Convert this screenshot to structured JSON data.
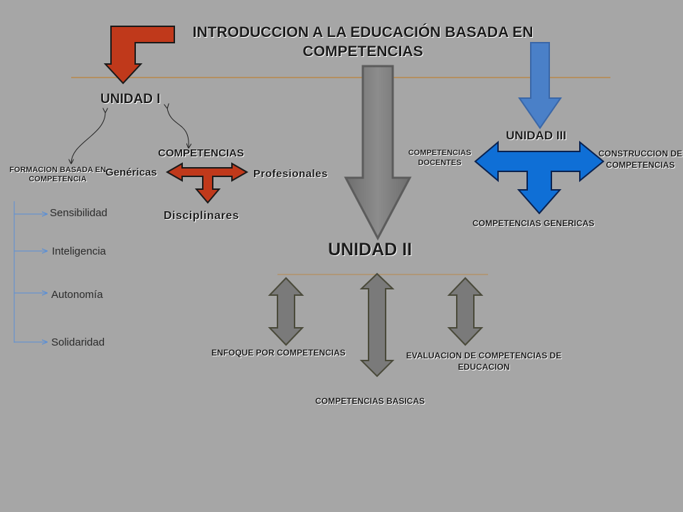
{
  "title": "INTRODUCCION  A LA EDUCACIÓN BASADA EN COMPETENCIAS",
  "unit_1": {
    "heading": "UNIDAD I",
    "formation": "FORMACION BASADA EN COMPETENCIA",
    "competencies": "COMPETENCIAS",
    "generic": "Genéricas",
    "professional": "Profesionales",
    "disciplinary": "Disciplinares",
    "traits": [
      "Sensibilidad",
      "Inteligencia",
      "Autonomía",
      "Solidaridad"
    ]
  },
  "unit_2": {
    "heading": "UNIDAD II",
    "approach": "ENFOQUE POR COMPETENCIAS",
    "basic": "COMPETENCIAS BASICAS",
    "evaluation": "EVALUACION DE COMPETENCIAS DE EDUCACION"
  },
  "unit_3": {
    "heading": "UNIDAD III",
    "teaching": "COMPETENCIAS DOCENTES",
    "construction": "CONSTRUCCION DE COMPETENCIAS",
    "generic": "COMPETENCIAS GENERICAS"
  },
  "colors": {
    "background": "#a6a6a6",
    "red_arrow": "#c0391b",
    "gray_arrow": "#7f7f7f",
    "light_blue_arrow": "#4a80c8",
    "blue_arrow": "#0f6fd6",
    "connector_line": "#5a8fd6",
    "divider": "#b8884a"
  }
}
